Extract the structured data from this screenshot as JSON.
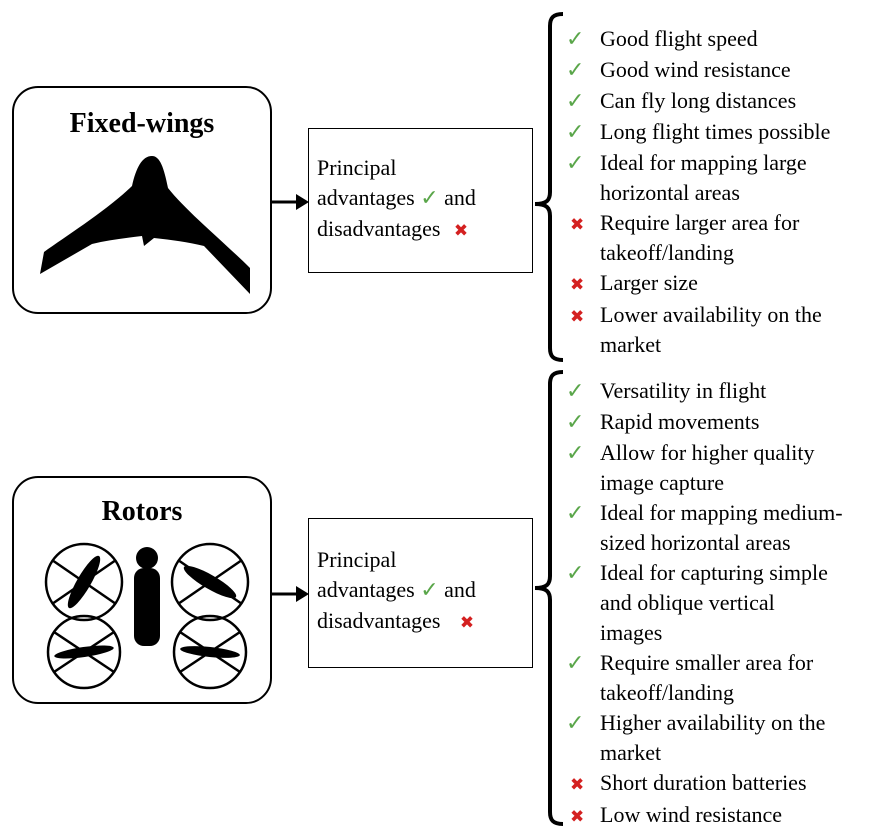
{
  "fixed_wings": {
    "title": "Fixed-wings",
    "icon": "fixed-wing-drone-icon",
    "summary": {
      "line1": "Principal",
      "line2": "advantages",
      "line3": "and",
      "line4": "disadvantages"
    },
    "items": [
      {
        "type": "advantage",
        "lines": [
          "Good flight speed"
        ]
      },
      {
        "type": "advantage",
        "lines": [
          "Good wind resistance"
        ]
      },
      {
        "type": "advantage",
        "lines": [
          "Can fly long distances"
        ]
      },
      {
        "type": "advantage",
        "lines": [
          "Long flight times possible"
        ]
      },
      {
        "type": "advantage",
        "lines": [
          "Ideal for mapping large",
          "horizontal areas"
        ]
      },
      {
        "type": "disadvantage",
        "lines": [
          "Require larger area for",
          "takeoff/landing"
        ]
      },
      {
        "type": "disadvantage",
        "lines": [
          "Larger size"
        ]
      },
      {
        "type": "disadvantage",
        "lines": [
          "Lower availability on the",
          "market"
        ]
      }
    ]
  },
  "rotors": {
    "title": "Rotors",
    "icon": "quadcopter-drone-icon",
    "summary": {
      "line1": "Principal",
      "line2": "advantages",
      "line3": "and",
      "line4": "disadvantages"
    },
    "items": [
      {
        "type": "advantage",
        "lines": [
          "Versatility in flight"
        ]
      },
      {
        "type": "advantage",
        "lines": [
          "Rapid movements"
        ]
      },
      {
        "type": "advantage",
        "lines": [
          "Allow for higher quality",
          "image capture"
        ]
      },
      {
        "type": "advantage",
        "lines": [
          "Ideal for mapping medium-",
          "sized horizontal areas"
        ]
      },
      {
        "type": "advantage",
        "lines": [
          "Ideal for capturing simple",
          "and oblique vertical",
          "images"
        ]
      },
      {
        "type": "advantage",
        "lines": [
          "Require smaller area for",
          "takeoff/landing"
        ]
      },
      {
        "type": "advantage",
        "lines": [
          "Higher availability on the",
          "market"
        ]
      },
      {
        "type": "disadvantage",
        "lines": [
          "Short duration batteries"
        ]
      },
      {
        "type": "disadvantage",
        "lines": [
          "Low wind resistance"
        ]
      }
    ]
  },
  "symbols": {
    "advantage": "✓",
    "disadvantage": "✖",
    "advantage_color": "#5aa64a",
    "disadvantage_color": "#d42020"
  }
}
